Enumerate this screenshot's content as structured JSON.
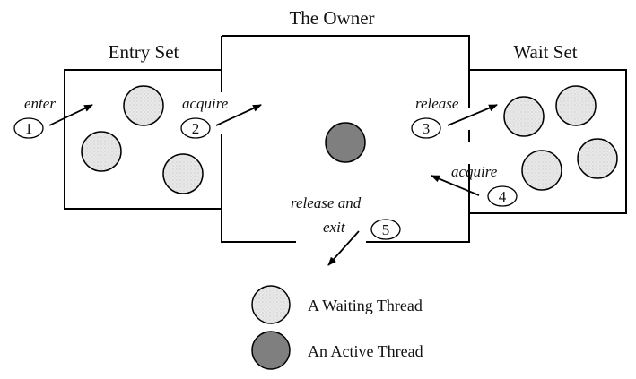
{
  "titles": {
    "owner": "The Owner",
    "entry_set": "Entry Set",
    "wait_set": "Wait Set"
  },
  "steps": [
    {
      "number": "1",
      "label": "enter"
    },
    {
      "number": "2",
      "label": "acquire"
    },
    {
      "number": "3",
      "label": "release"
    },
    {
      "number": "4",
      "label": "acquire"
    },
    {
      "number": "5",
      "label_line1": "release and",
      "label_line2": "exit"
    }
  ],
  "legend": {
    "waiting": "A Waiting Thread",
    "active": "An Active Thread"
  },
  "colors": {
    "waiting_thread_fill": "#e4e4e4",
    "active_thread_fill": "#7f7f7f",
    "outline": "#000000"
  }
}
